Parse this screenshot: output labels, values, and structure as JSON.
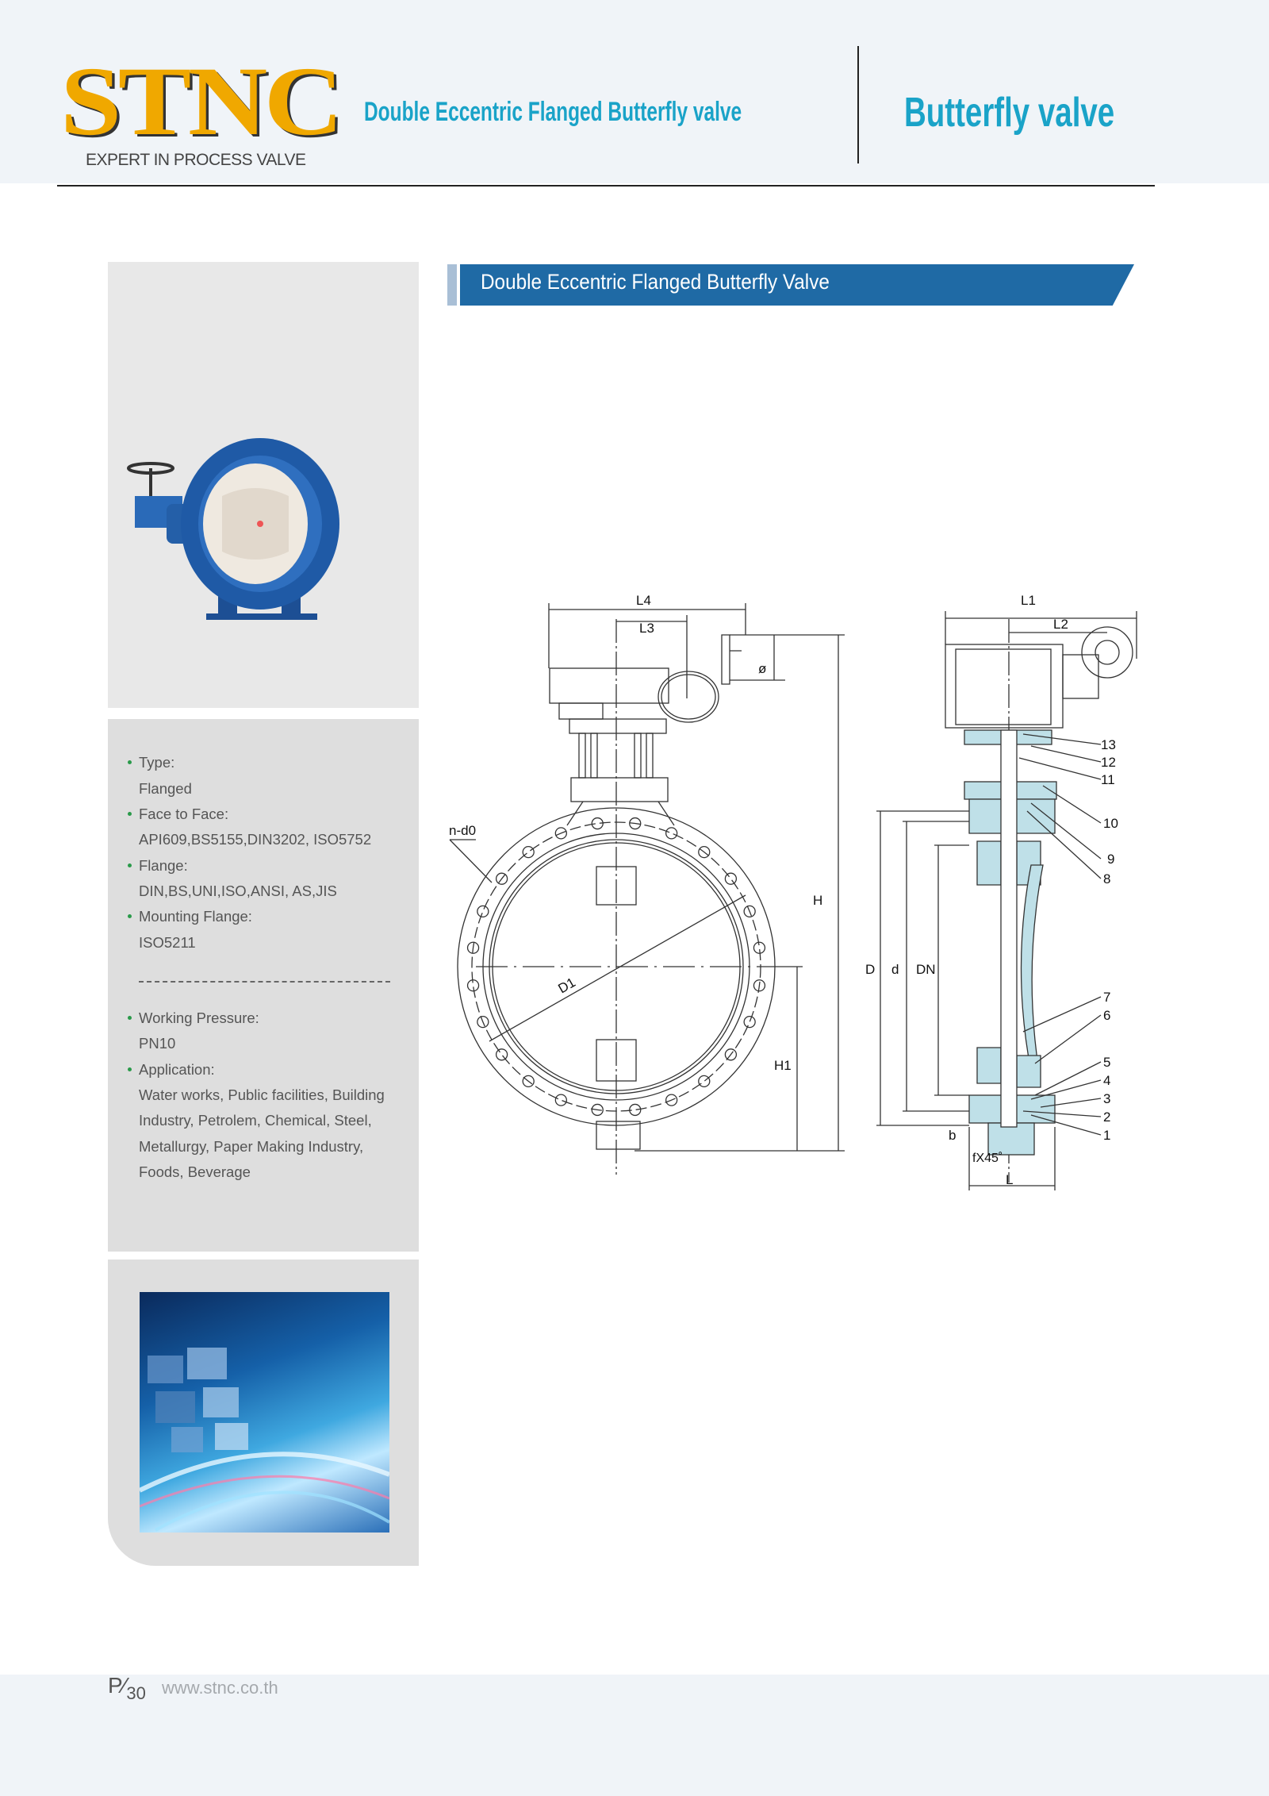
{
  "header": {
    "logo": "STNC",
    "tagline": "EXPERT IN PROCESS VALVE",
    "product_title": "Double Eccentric Flanged Butterfly valve",
    "category": "Butterfly valve"
  },
  "banner": {
    "title": "Double Eccentric Flanged Butterfly Valve"
  },
  "specs": [
    {
      "label": "Type:",
      "value": "Flanged"
    },
    {
      "label": "Face to Face:",
      "value": "API609,BS5155,DIN3202, ISO5752"
    },
    {
      "label": "Flange:",
      "value": "DIN,BS,UNI,ISO,ANSI, AS,JIS"
    },
    {
      "label": "Mounting Flange:",
      "value": "ISO5211"
    },
    {
      "label": "Working Pressure:",
      "value": "PN10"
    },
    {
      "label": "Application:",
      "value_lines": [
        "Water works, Public facilities, Building",
        "Industry, Petrolem, Chemical, Steel,",
        "Metallurgy, Paper Making Industry,",
        "Foods, Beverage"
      ]
    }
  ],
  "drawing": {
    "front": {
      "L4": "L4",
      "L3": "L3",
      "phi": "ø",
      "H": "H",
      "H1": "H1",
      "nd0": "n-d0",
      "D1": "D1"
    },
    "side": {
      "L1": "L1",
      "L2": "L2",
      "D": "D",
      "d": "d",
      "DN": "DN",
      "b": "b",
      "f": "fX45˚",
      "L": "L",
      "parts": [
        "13",
        "12",
        "11",
        "10",
        "9",
        "8",
        "7",
        "6",
        "5",
        "4",
        "3",
        "2",
        "1"
      ]
    }
  },
  "footer": {
    "page_prefix": "P",
    "page_number": "30",
    "url": "www.stnc.co.th"
  },
  "colors": {
    "brand_orange": "#f0a800",
    "title_cyan": "#1aa3c8",
    "banner_blue": "#1f6aa5",
    "bullet_green": "#2a9a4a",
    "section_fill": "#bfe0e8"
  }
}
